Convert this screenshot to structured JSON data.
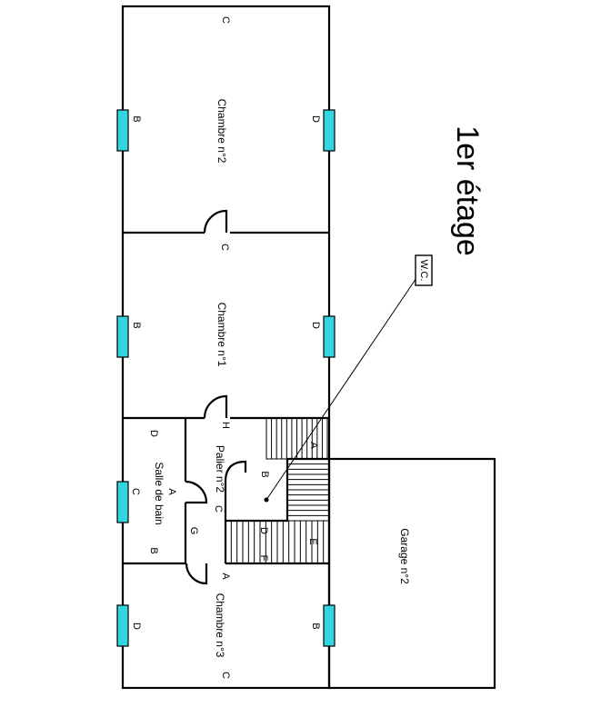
{
  "title": "1er étage",
  "rooms": {
    "chambre2": "Chambre n°2",
    "chambre1": "Chambre n°1",
    "palier": "Palier n°2",
    "salle_de_bain": "Salle de bain",
    "chambre3": "Chambre n°3",
    "garage": "Garage n°2",
    "wc": "W.C."
  },
  "marks": {
    "chambre2": {
      "top": "C",
      "left": "B",
      "right": "D",
      "door": "C"
    },
    "chambre1": {
      "left": "B",
      "right": "D",
      "door": "H"
    },
    "palier": {
      "b": "B",
      "c": "C",
      "g": "G"
    },
    "salle_de_bain": {
      "d": "D",
      "a": "A",
      "c": "C",
      "b": "B"
    },
    "stairs": {
      "a": "A",
      "e": "E",
      "d": "D",
      "f": "F"
    },
    "chambre3": {
      "a": "A",
      "left": "D",
      "right": "B",
      "c": "C"
    }
  }
}
